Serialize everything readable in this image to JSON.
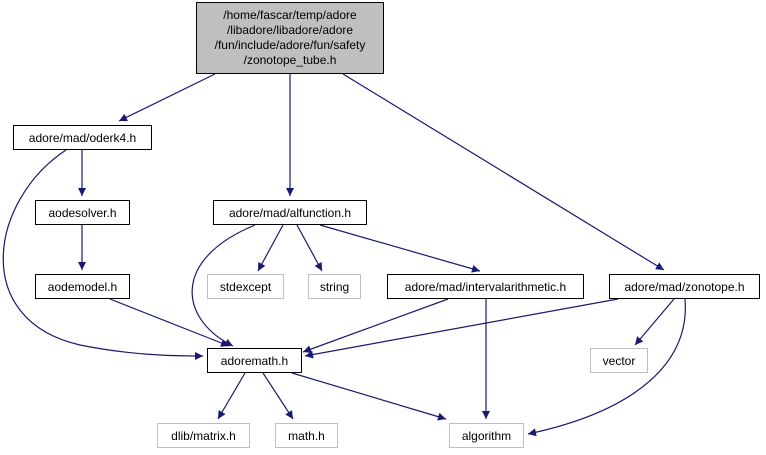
{
  "diagram": {
    "title": "Include dependency graph for zonotope_tube.h",
    "colors": {
      "edge": "#191970",
      "root_fill": "#bfbfbf",
      "local_border": "#000000",
      "system_border": "#bfbfbf"
    },
    "nodes": {
      "root": {
        "lines": [
          "/home/fascar/temp/adore",
          "/libadore/libadore/adore",
          "/fun/include/adore/fun/safety",
          "/zonotope_tube.h"
        ]
      },
      "oderk4": {
        "label": "adore/mad/oderk4.h"
      },
      "aodesolver": {
        "label": "aodesolver.h"
      },
      "aodemodel": {
        "label": "aodemodel.h"
      },
      "alfunction": {
        "label": "adore/mad/alfunction.h"
      },
      "stdexcept": {
        "label": "stdexcept"
      },
      "string": {
        "label": "string"
      },
      "intervalarithmetic": {
        "label": "adore/mad/intervalarithmetic.h"
      },
      "zonotope": {
        "label": "adore/mad/zonotope.h"
      },
      "adoremath": {
        "label": "adoremath.h"
      },
      "vector": {
        "label": "vector"
      },
      "dlibmatrix": {
        "label": "dlib/matrix.h"
      },
      "mathh": {
        "label": "math.h"
      },
      "algorithm": {
        "label": "algorithm"
      }
    },
    "edges": [
      [
        "root",
        "oderk4"
      ],
      [
        "root",
        "alfunction"
      ],
      [
        "root",
        "zonotope"
      ],
      [
        "oderk4",
        "aodesolver"
      ],
      [
        "oderk4",
        "adoremath"
      ],
      [
        "aodesolver",
        "aodemodel"
      ],
      [
        "aodemodel",
        "adoremath"
      ],
      [
        "alfunction",
        "adoremath"
      ],
      [
        "alfunction",
        "stdexcept"
      ],
      [
        "alfunction",
        "string"
      ],
      [
        "alfunction",
        "intervalarithmetic"
      ],
      [
        "intervalarithmetic",
        "adoremath"
      ],
      [
        "intervalarithmetic",
        "algorithm"
      ],
      [
        "zonotope",
        "adoremath"
      ],
      [
        "zonotope",
        "vector"
      ],
      [
        "zonotope",
        "algorithm"
      ],
      [
        "adoremath",
        "dlibmatrix"
      ],
      [
        "adoremath",
        "mathh"
      ],
      [
        "adoremath",
        "algorithm"
      ]
    ]
  }
}
